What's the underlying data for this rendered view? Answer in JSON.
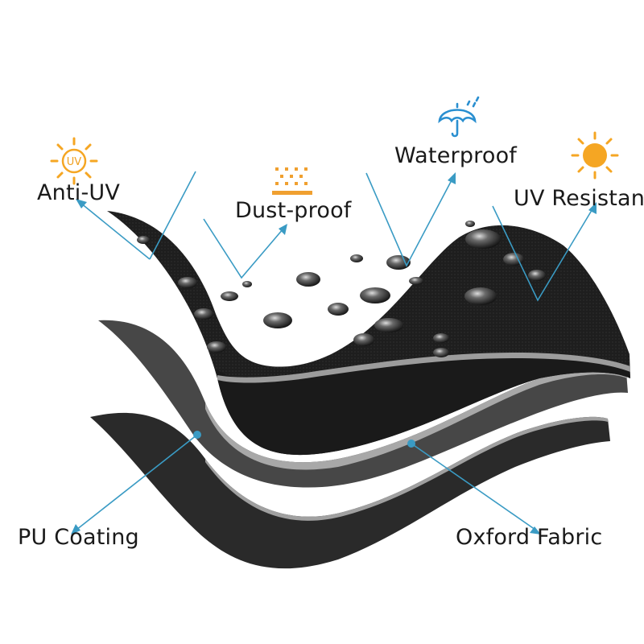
{
  "labels": {
    "anti_uv": "Anti-UV",
    "dust_proof": "Dust-proof",
    "waterproof": "Waterproof",
    "uv_resistant": "UV Resistant",
    "pu_coating": "PU Coating",
    "oxford_fabric": "Oxford Fabric"
  },
  "icons": {
    "anti_uv": "uv-sun-icon",
    "dust_proof": "dust-icon",
    "waterproof": "umbrella-icon",
    "uv_resistant": "sun-icon"
  },
  "uv_badge_text": "UV",
  "colors": {
    "leader_line": "#3a9bc4",
    "sun": "#f5a623",
    "dust": "#f0a030",
    "umbrella": "#2a8fd0",
    "top_layer": "#1c1c1c",
    "middle_layer": "#474747",
    "bottom_layer": "#2a2a2a",
    "edge": "#9c9c9c"
  }
}
